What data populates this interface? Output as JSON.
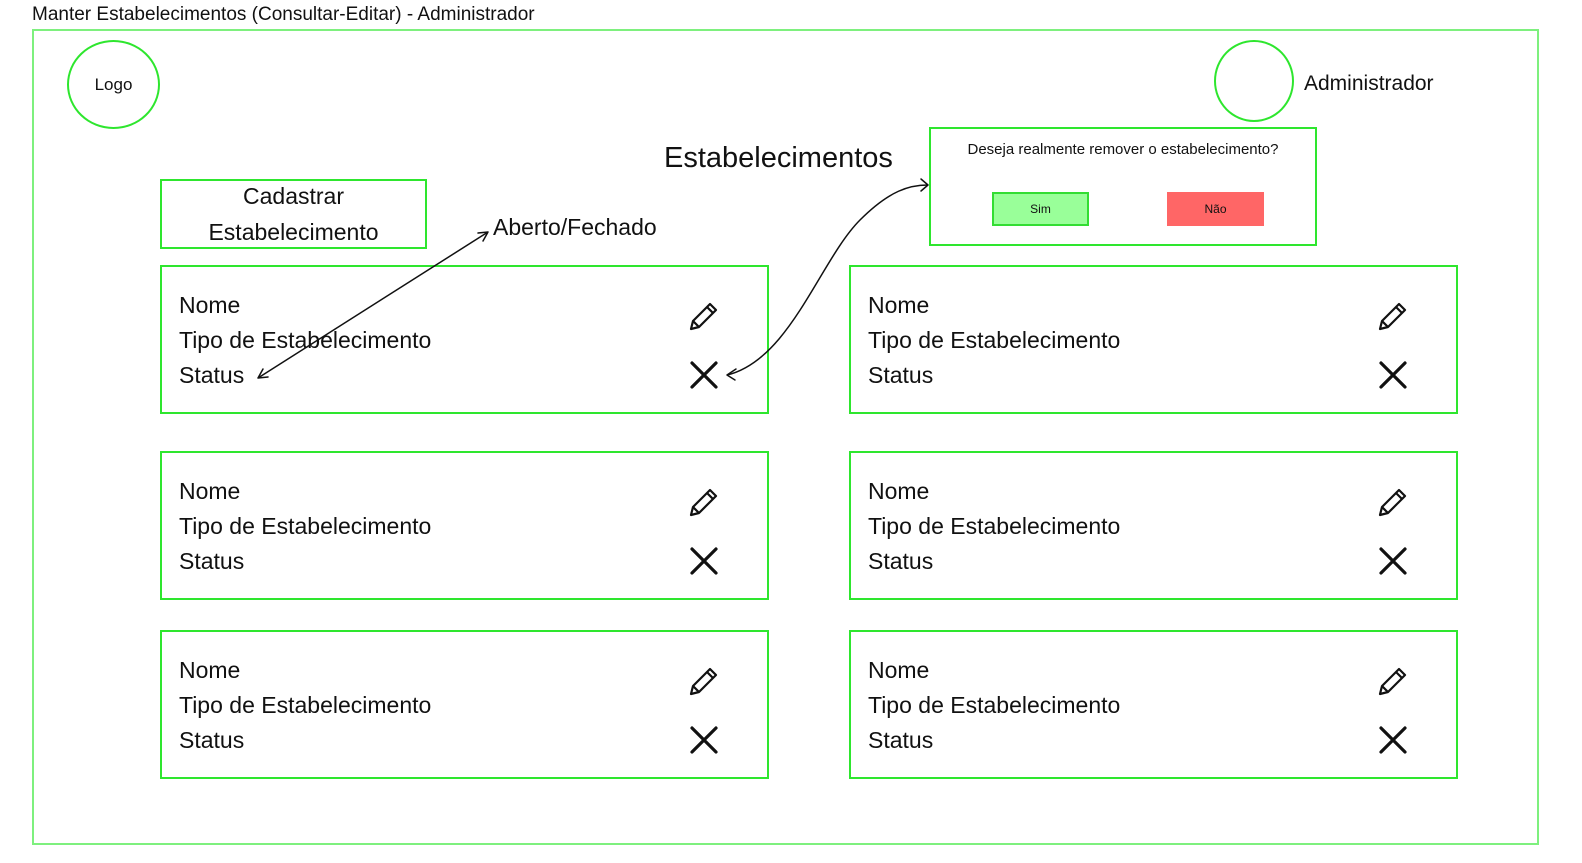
{
  "page_title": "Manter Estabelecimentos (Consultar-Editar) - Administrador",
  "header": {
    "logo_label": "Logo",
    "user_name": "Administrador"
  },
  "main": {
    "title": "Estabelecimentos",
    "register_button_label": "Cadastrar Estabelecimento",
    "status_annotation": "Aberto/Fechado"
  },
  "delete_dialog": {
    "message": "Deseja realmente remover o estabelecimento?",
    "yes_label": "Sim",
    "no_label": "Não",
    "colors": {
      "yes": "#99ff99",
      "no": "#ff6666"
    }
  },
  "cards": [
    {
      "name": "Nome",
      "type": "Tipo de Estabelecimento",
      "status": "Status"
    },
    {
      "name": "Nome",
      "type": "Tipo de Estabelecimento",
      "status": "Status"
    },
    {
      "name": "Nome",
      "type": "Tipo de Estabelecimento",
      "status": "Status"
    },
    {
      "name": "Nome",
      "type": "Tipo de Estabelecimento",
      "status": "Status"
    },
    {
      "name": "Nome",
      "type": "Tipo de Estabelecimento",
      "status": "Status"
    },
    {
      "name": "Nome",
      "type": "Tipo de Estabelecimento",
      "status": "Status"
    }
  ],
  "icons": {
    "edit": "pencil-icon",
    "delete": "close-icon"
  },
  "colors": {
    "border": "#2ee62e",
    "frame_border": "#7ef07e"
  }
}
